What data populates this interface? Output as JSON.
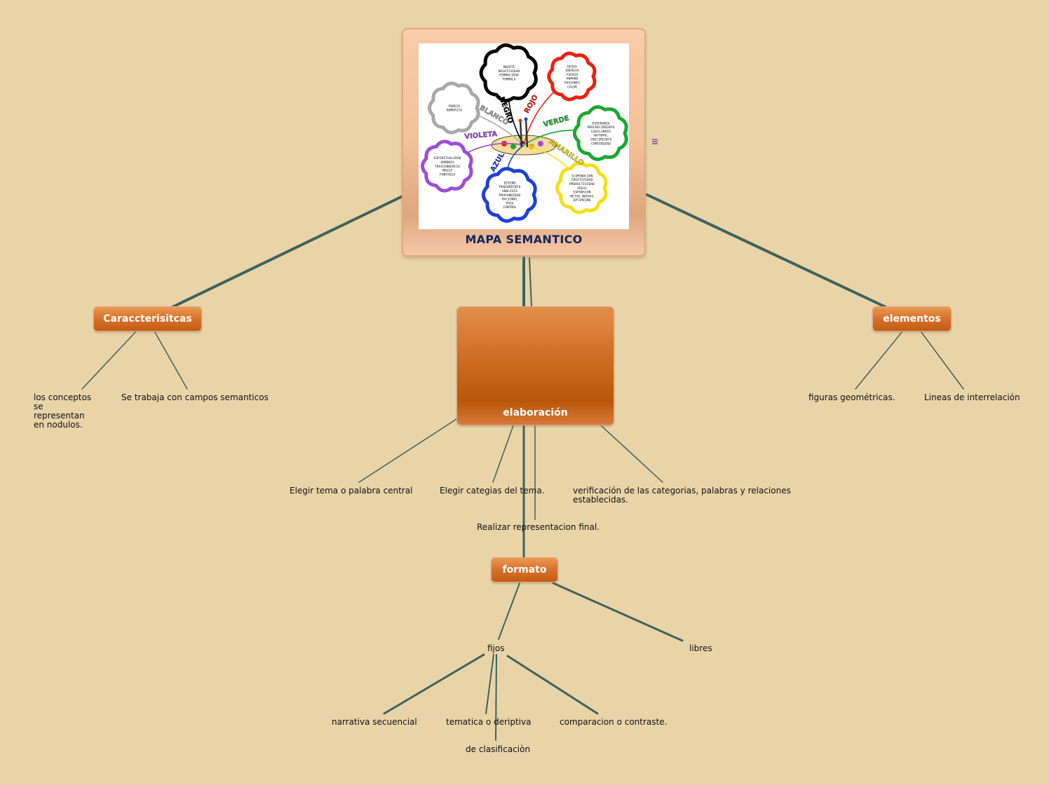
{
  "central": {
    "title": "MAPA SEMANTICO",
    "image": {
      "branches": [
        {
          "label": "NEGRO",
          "color": "#000000",
          "text": [
            "MUERTE",
            "NEGATIVIDAD",
            "FORMALIDAD",
            "FORMULA"
          ]
        },
        {
          "label": "ROJO",
          "color": "#e8230f",
          "text": [
            "DESEO",
            "ENERGIA",
            "FUERZA",
            "HUMANO",
            "PASIONES",
            "CALOR"
          ]
        },
        {
          "label": "VERDE",
          "color": "#1aa832",
          "text": [
            "ESPERANZA",
            "PROCRECIMIENTO",
            "EQUILIBRIO",
            "NATURAL",
            "CRECIMIENTO",
            "CONTENIDAD"
          ]
        },
        {
          "label": "AMARILLO",
          "color": "#f0e018",
          "text": [
            "ILUMINACION",
            "CREATIVIDAD",
            "PRODUCTIVIDAD",
            "IDEAS",
            "EXPANSION",
            "METAS NUEVAS",
            "OPTIMISMO"
          ]
        },
        {
          "label": "AZUL",
          "color": "#1f3fd8",
          "text": [
            "DIVINO",
            "PENSAMIENTO",
            "ANALISIS",
            "PROFUNDIDAD",
            "RACIONAL",
            "FRIO",
            "CONTROL"
          ]
        },
        {
          "label": "VIOLETA",
          "color": "#9b4fd6",
          "text": [
            "ESPIRITUALIDAD",
            "ARMONIA",
            "TRASCENDENCIA",
            "MAGIA",
            "FANTASIA"
          ]
        },
        {
          "label": "BLANCO",
          "color": "#a9a9a9",
          "text": [
            "PUREZA",
            "NUMERICO"
          ]
        }
      ]
    }
  },
  "nodes": {
    "caracteristicas": "Caraccterisitcas",
    "elaboracion": "elaboración",
    "elementos": "elementos",
    "formato": "formato"
  },
  "texts": {
    "conceptos": [
      "los conceptos",
      "se",
      "representan",
      "en nodulos."
    ],
    "campos": "Se trabaja con campos semanticos",
    "tema": "Elegir tema o palabra central",
    "categias": "Elegir categias del tema.",
    "verificacion": [
      "verificación de las categorias, palabras y relaciones",
      "establecidas."
    ],
    "representacion": "Realizar representacion final.",
    "figuras": "figuras geométricas.",
    "lineas": "Lineas de interrelación",
    "fijos": "fijos",
    "libres": "libres",
    "narrativa": "narrativa secuencial",
    "tematica": "tematica o deriptiva",
    "comparacion": "comparacion o contraste.",
    "clasificacion": "de clasificaciòn"
  },
  "colors": {
    "background": "#e9d4a8",
    "link": "#41625a",
    "node": "#d06f26",
    "title": "#14255c"
  }
}
